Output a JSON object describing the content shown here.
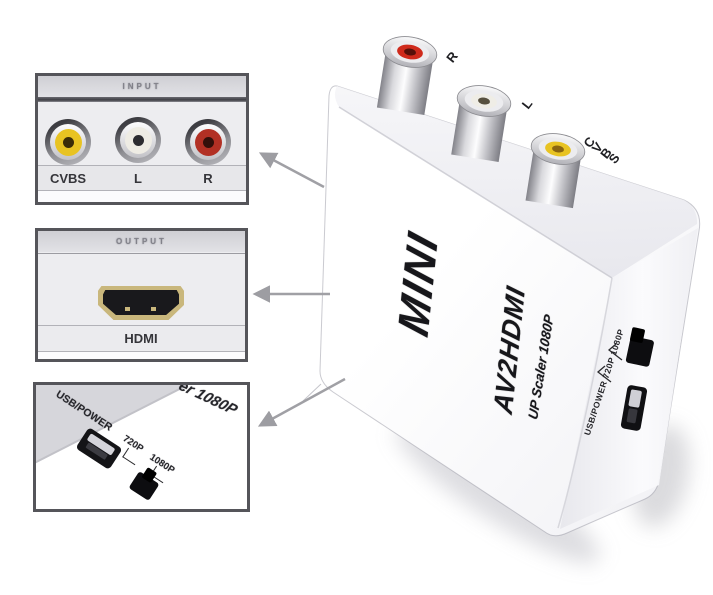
{
  "insets": {
    "input": {
      "header": "INPUT",
      "jack_labels": [
        "CVBS",
        "L",
        "R"
      ]
    },
    "output": {
      "header": "OUTPUT",
      "port_label": "HDMI"
    },
    "power": {
      "partial_print": "er 1080P",
      "port_label": "USB/POWER",
      "labels": [
        "720P",
        "1080P"
      ]
    }
  },
  "device": {
    "logo": "MINI",
    "model": "AV2HDMI",
    "subtitle": "UP Scaler 1080P",
    "top_jack_labels": [
      "R",
      "L",
      "CVBS"
    ],
    "side_label": "USB/POWER  720P  1080P"
  },
  "colors": {
    "rca_yellow": "#e8c322",
    "rca_white": "#efede6",
    "rca_red": "#cf2a1c",
    "hdmi_gold": "#c9b77c",
    "arrow_gray": "#a0a0a5",
    "inset_border": "#55555a",
    "device_text": "#17171b"
  }
}
